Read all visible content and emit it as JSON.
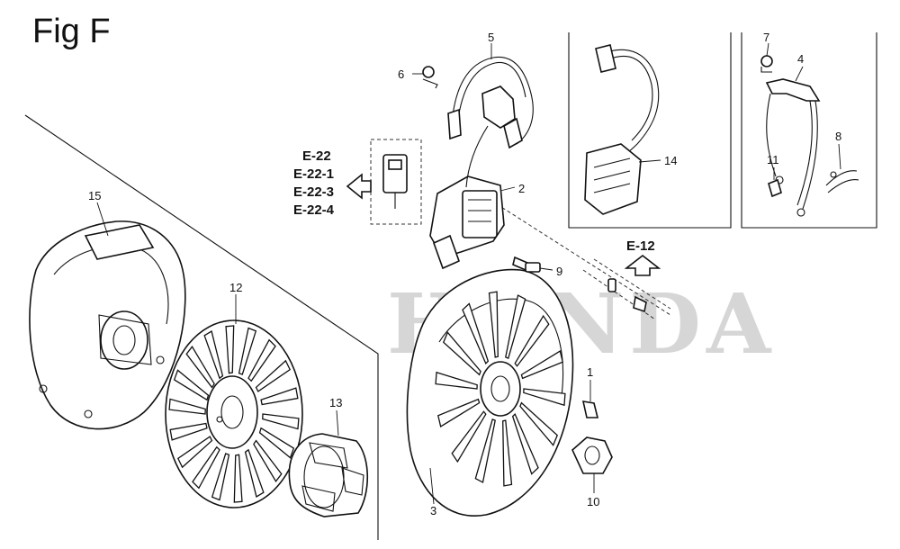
{
  "figure": {
    "title": "Fig F"
  },
  "references": {
    "left_group": [
      "E-22",
      "E-22-1",
      "E-22-3",
      "E-22-4"
    ],
    "right_ref": "E-12"
  },
  "watermark": "HONDA",
  "callouts": {
    "c1": "1",
    "c2": "2",
    "c3": "3",
    "c4": "4",
    "c5": "5",
    "c6": "6",
    "c7": "7",
    "c8": "8",
    "c9": "9",
    "c10": "10",
    "c11": "11",
    "c12": "12",
    "c13": "13",
    "c14": "14",
    "c15": "15"
  }
}
